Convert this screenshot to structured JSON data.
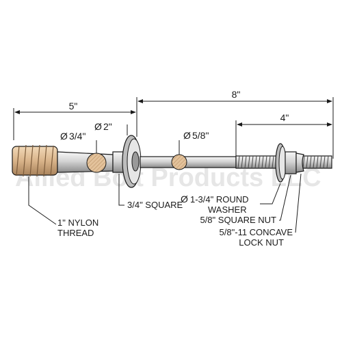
{
  "dimensions": {
    "overall_length": "8\"",
    "insulator_pin_length": "5\"",
    "threaded_length": "4\""
  },
  "diameters": {
    "shank": "3/4\"",
    "collar": "2\"",
    "rod": "5/8\""
  },
  "diameter_symbol": "Ø",
  "callouts": {
    "nylon_thread": [
      "1\" NYLON",
      "THREAD"
    ],
    "square": "3/4\" SQUARE",
    "round_washer": [
      "1-3/4\" ROUND",
      "WASHER"
    ],
    "square_nut": "5/8\" SQUARE NUT",
    "lock_nut": [
      "5/8\"-11 CONCAVE",
      "LOCK NUT"
    ]
  },
  "watermark": "Allied Bolt Products LLC",
  "colors": {
    "line": "#1a1a1a",
    "metal_light": "#e9e9e9",
    "metal_mid": "#bdbdbd",
    "metal_dark": "#8a8a8a",
    "thread_wood": "#d9b48a",
    "section_fill": "#d9b48a"
  }
}
